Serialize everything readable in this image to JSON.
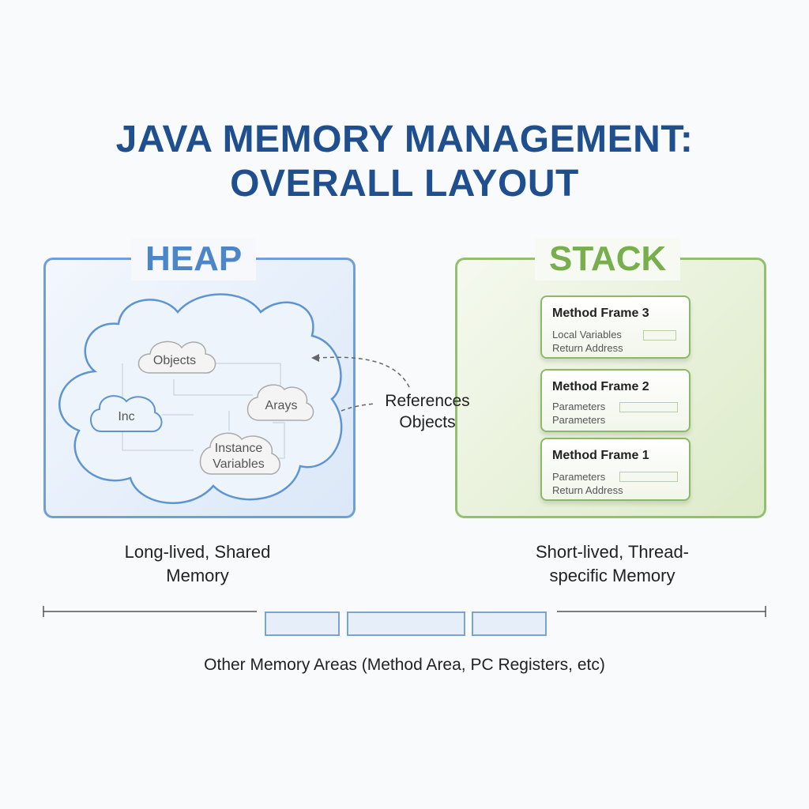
{
  "title": {
    "line1": "JAVA MEMORY MANAGEMENT:",
    "line2": "OVERALL LAYOUT"
  },
  "heap": {
    "title": "HEAP",
    "items": {
      "objects": "Objects",
      "arrays": "Arays",
      "inc": "Inc",
      "instance_line1": "Instance",
      "instance_line2": "Variables"
    },
    "caption_line1": "Long-lived, Shared",
    "caption_line2": "Memory"
  },
  "stack": {
    "title": "STACK",
    "frames": [
      {
        "title": "Method Frame 3",
        "line1": "Local Variables",
        "line2": "Return Address"
      },
      {
        "title": "Method Frame 2",
        "line1": "Parameters",
        "line2": "Parameters"
      },
      {
        "title": "Method Frame 1",
        "line1": "Parameters",
        "line2": "Return Address"
      }
    ],
    "caption_line1": "Short-lived, Thread-",
    "caption_line2": "specific Memory"
  },
  "references": {
    "line1": "References",
    "line2": "Objects"
  },
  "other_areas": {
    "caption": "Other Memory Areas (Method Area, PC Registers, etc)"
  },
  "colors": {
    "title": "#1f4f8f",
    "heap_accent": "#4a86c8",
    "stack_accent": "#78ae4d"
  }
}
